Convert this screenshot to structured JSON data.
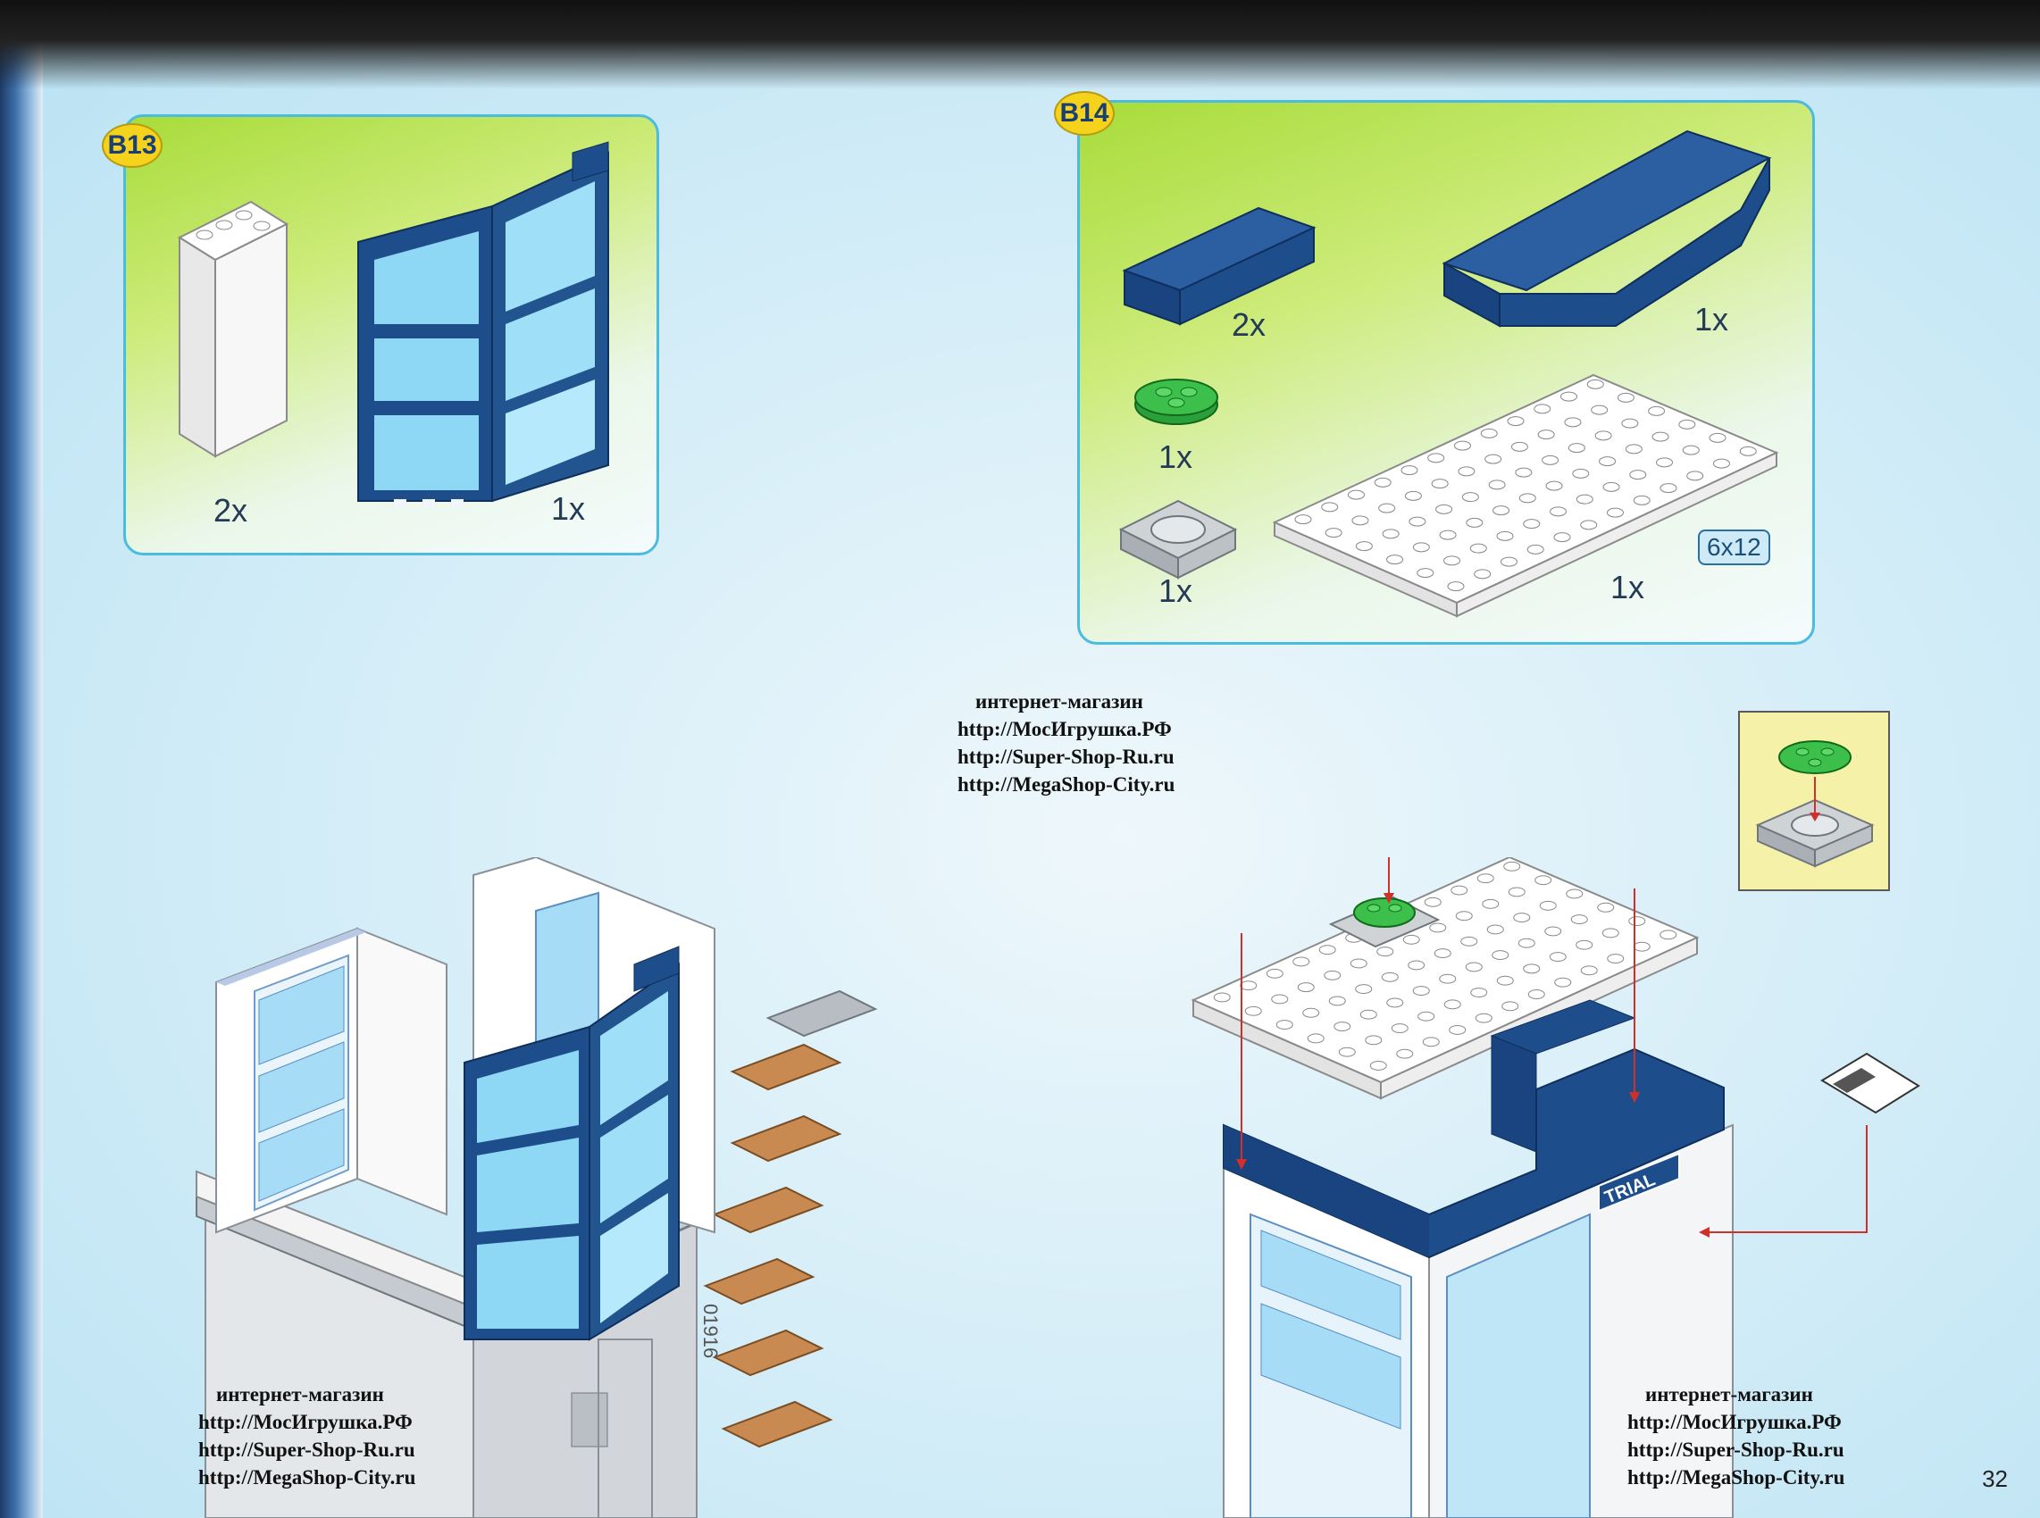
{
  "steps": {
    "b13": {
      "label": "B13",
      "parts": [
        {
          "qty": "2x"
        },
        {
          "qty": "1x"
        }
      ]
    },
    "b14": {
      "label": "B14",
      "parts": [
        {
          "qty": "2x"
        },
        {
          "qty": "1x"
        },
        {
          "qty": "1x"
        },
        {
          "qty": "1x"
        },
        {
          "qty": "1x"
        }
      ],
      "size_tag": "6x12"
    }
  },
  "shop_watermark": {
    "line1": "интернет-магазин",
    "line2": "http://МосИгрушка.РФ",
    "line3": "http://Super-Shop-Ru.ru",
    "line4": "http://MegaShop-City.ru"
  },
  "model": {
    "sign_text": "TRIAL",
    "serial": "01916"
  },
  "page_number": "32",
  "colors": {
    "panel_border": "#4bbbe0",
    "panel_green": "#a8dc3a",
    "dark_blue": "#1e4d8c",
    "glass": "#8fd8f5",
    "badge_yellow": "#f5d21c",
    "arrow_red": "#d0302a"
  }
}
